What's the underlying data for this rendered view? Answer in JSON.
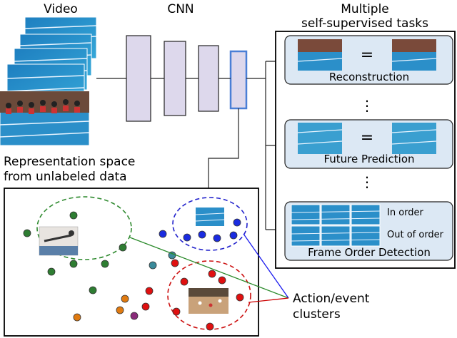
{
  "labels": {
    "video": "Video",
    "cnn": "CNN",
    "tasks_line1": "Multiple",
    "tasks_line2": "self-supervised tasks",
    "rep_line1": "Representation space",
    "rep_line2": "from unlabeled data",
    "action_line1": "Action/event",
    "action_line2": "clusters"
  },
  "tasks": [
    {
      "name": "Reconstruction",
      "symbol": "="
    },
    {
      "name": "Future Prediction",
      "symbol": "="
    },
    {
      "name": "Frame Order Detection",
      "in_order": "In order",
      "out_of_order": "Out of order"
    }
  ],
  "ellipsis": "⋮",
  "colors": {
    "cnn_fill": "#ddd8ec",
    "highlight": "#4a7fd6",
    "task_fill": "#dce8f4",
    "green_cluster": "#2f8a2f",
    "blue_cluster": "#2222cc",
    "red_cluster": "#cc1010",
    "connector_green": "#2a8a2a",
    "connector_blue": "#1a1aee",
    "connector_red": "#cc0000",
    "dot_green": "#2e7d32",
    "dot_blue": "#1a2be0",
    "dot_red": "#e01010",
    "dot_orange": "#e07a10",
    "dot_teal": "#3a8a9a",
    "dot_purple": "#8a2a7a"
  }
}
